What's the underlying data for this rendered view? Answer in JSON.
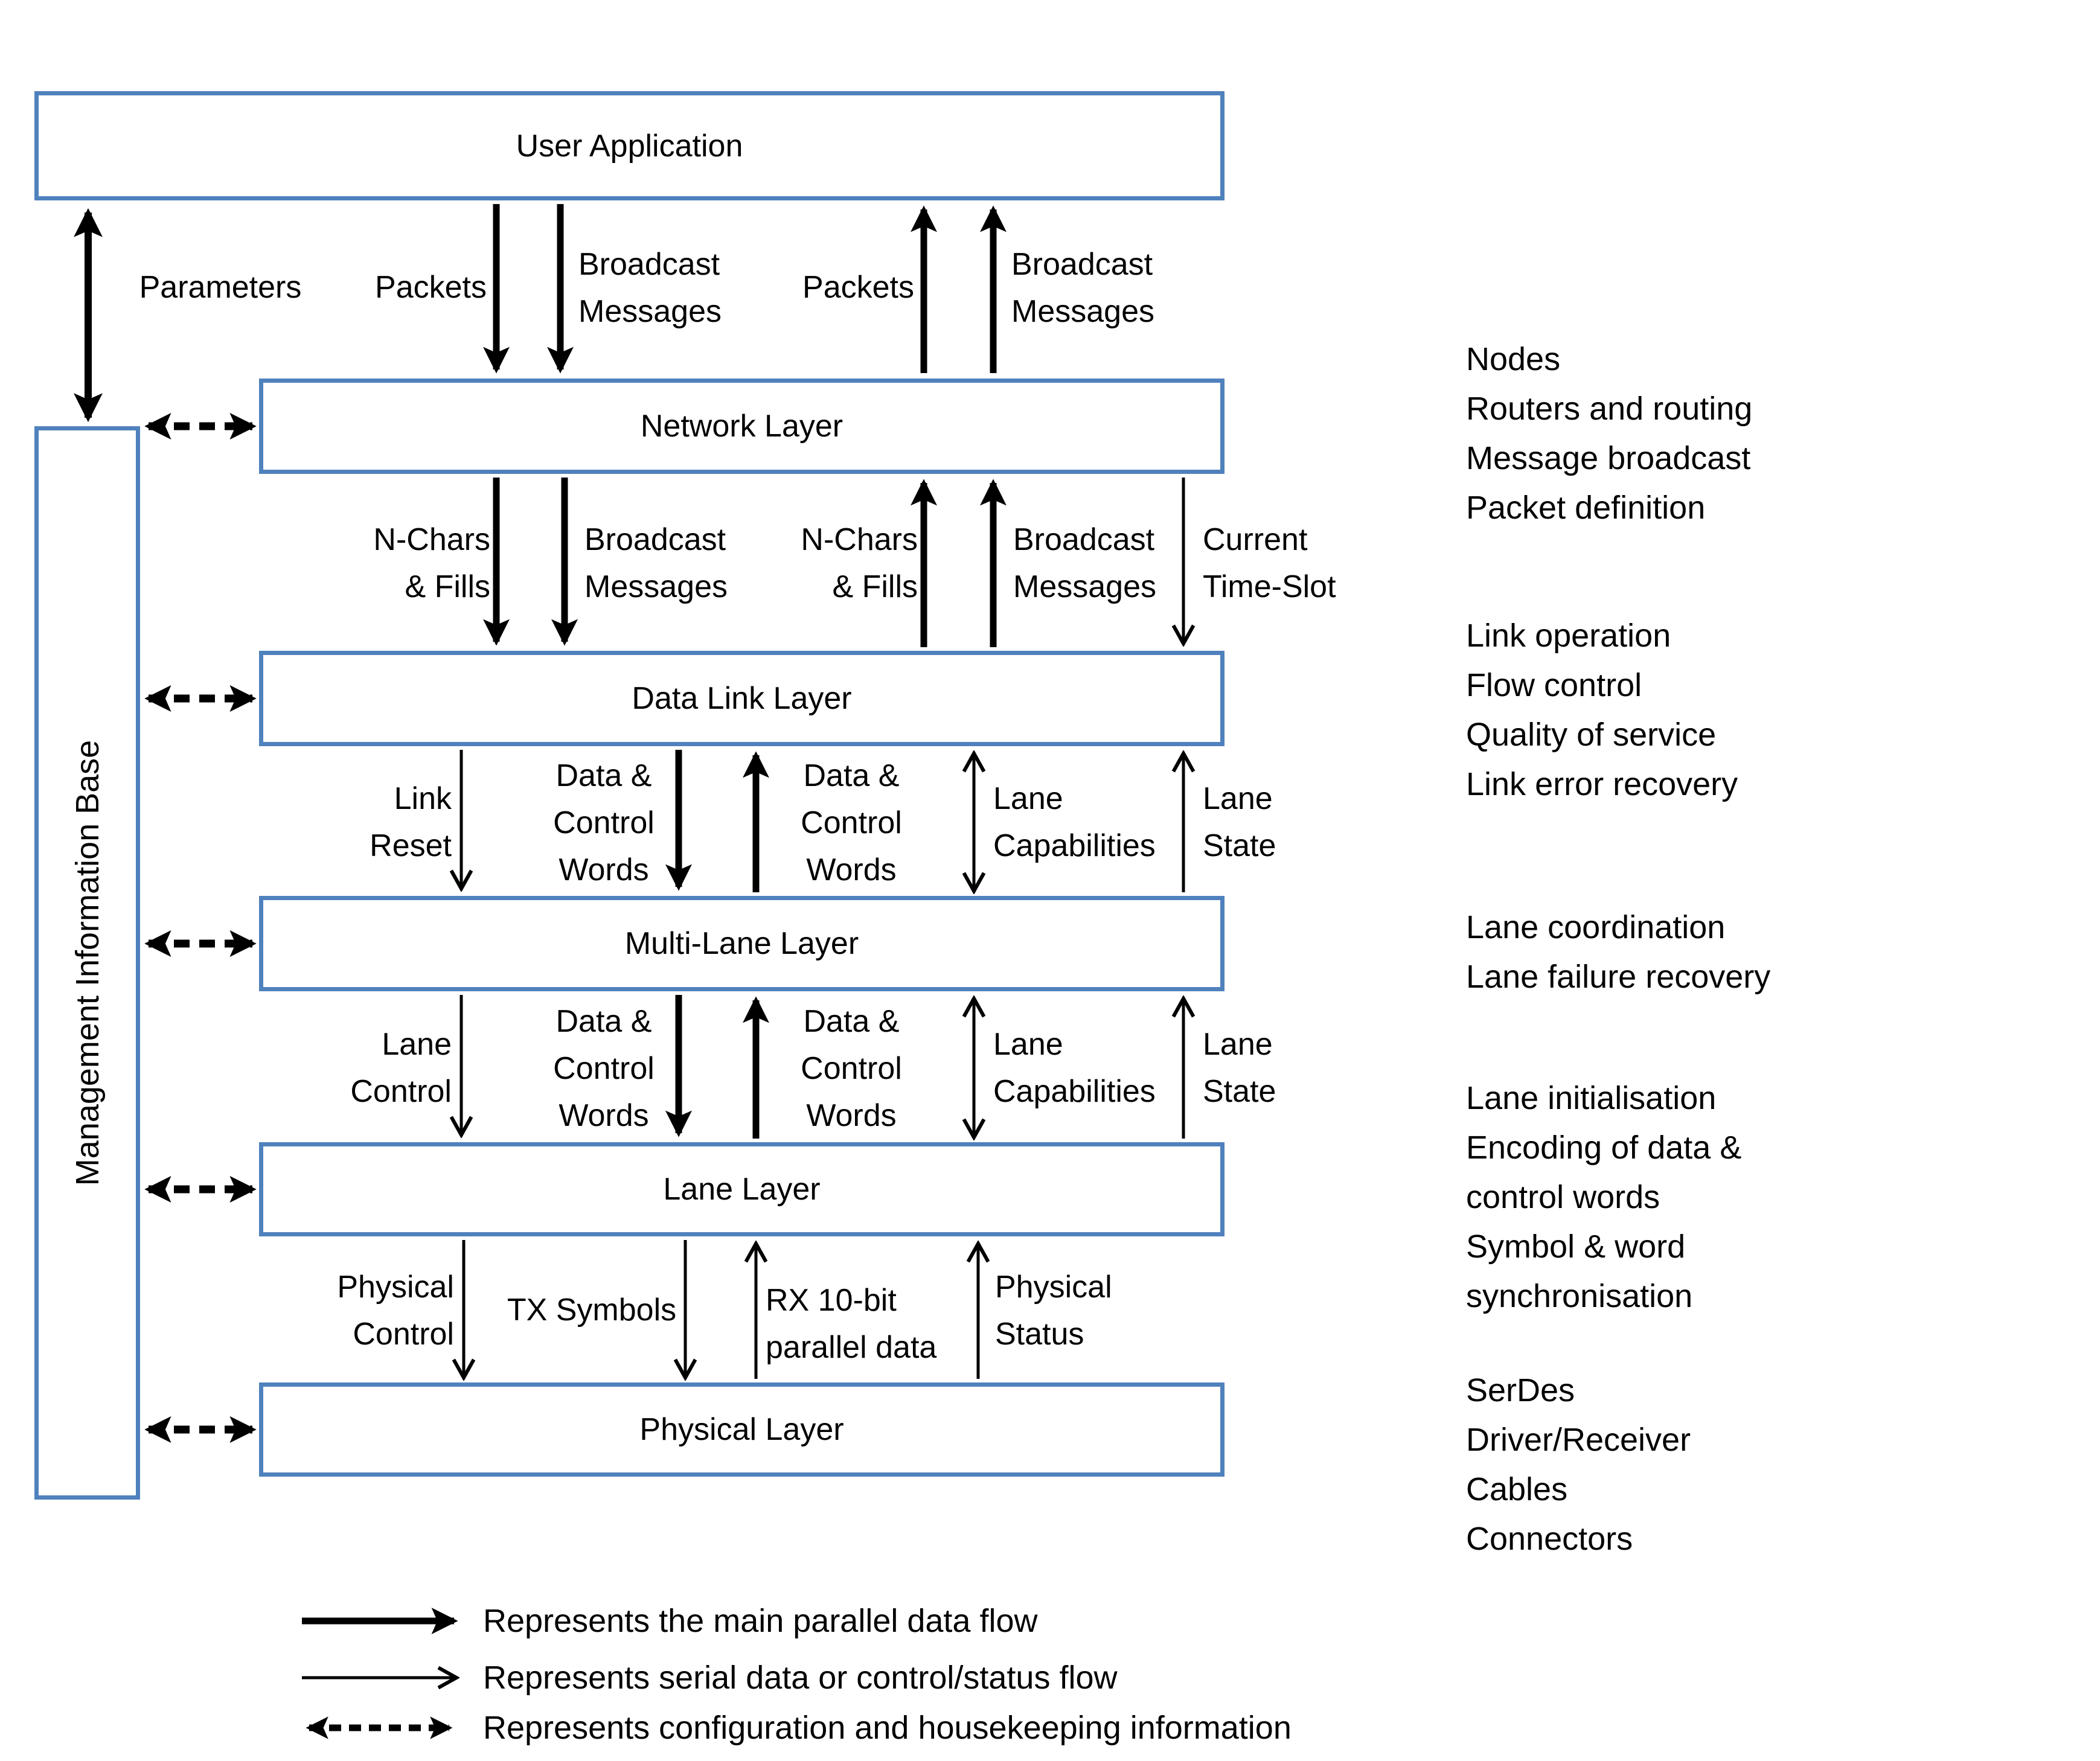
{
  "colors": {
    "box_border": "#4f81bd",
    "arrow": "#000000",
    "background": "#ffffff"
  },
  "layers": {
    "user_application": "User Application",
    "network": "Network Layer",
    "data_link": "Data Link Layer",
    "multi_lane": "Multi-Lane Layer",
    "lane": "Lane Layer",
    "physical": "Physical Layer",
    "mib": "Management Information Base"
  },
  "flows": {
    "parameters": "Parameters",
    "packets_down": "Packets",
    "broadcast_messages_down_app": "Broadcast\nMessages",
    "packets_up": "Packets",
    "broadcast_messages_up_app": "Broadcast\nMessages",
    "nchars_fills_down": "N-Chars\n& Fills",
    "broadcast_messages_down_net": "Broadcast\nMessages",
    "nchars_fills_up": "N-Chars\n& Fills",
    "broadcast_messages_up_net": "Broadcast\nMessages",
    "current_time_slot": "Current\nTime-Slot",
    "link_reset": "Link\nReset",
    "data_control_words_down_dl": "Data &\nControl\nWords",
    "data_control_words_up_dl": "Data &\nControl\nWords",
    "lane_capabilities_dl": "Lane\nCapabilities",
    "lane_state_dl": "Lane\nState",
    "lane_control": "Lane\nControl",
    "data_control_words_down_ml": "Data &\nControl\nWords",
    "data_control_words_up_ml": "Data &\nControl\nWords",
    "lane_capabilities_ml": "Lane\nCapabilities",
    "lane_state_ml": "Lane\nState",
    "physical_control": "Physical\nControl",
    "tx_symbols": "TX Symbols",
    "rx_10bit_parallel_data": "RX 10-bit\nparallel data",
    "physical_status": "Physical\nStatus"
  },
  "annotations": {
    "network": [
      "Nodes",
      "Routers and routing",
      "Message broadcast",
      "Packet definition"
    ],
    "data_link": [
      "Link operation",
      "Flow control",
      "Quality of service",
      "Link error recovery"
    ],
    "multi_lane": [
      "Lane coordination",
      "Lane failure recovery"
    ],
    "lane": [
      "Lane initialisation",
      "Encoding of data &",
      "control words",
      "Symbol & word",
      "synchronisation"
    ],
    "physical": [
      "SerDes",
      "Driver/Receiver",
      "Cables",
      "Connectors"
    ]
  },
  "legend": [
    {
      "style": "thick-solid-arrow",
      "text": "Represents the main parallel data flow"
    },
    {
      "style": "thin-solid-arrow",
      "text": "Represents serial data or control/status flow"
    },
    {
      "style": "dashed-double-arrow",
      "text": "Represents configuration and housekeeping information"
    }
  ]
}
